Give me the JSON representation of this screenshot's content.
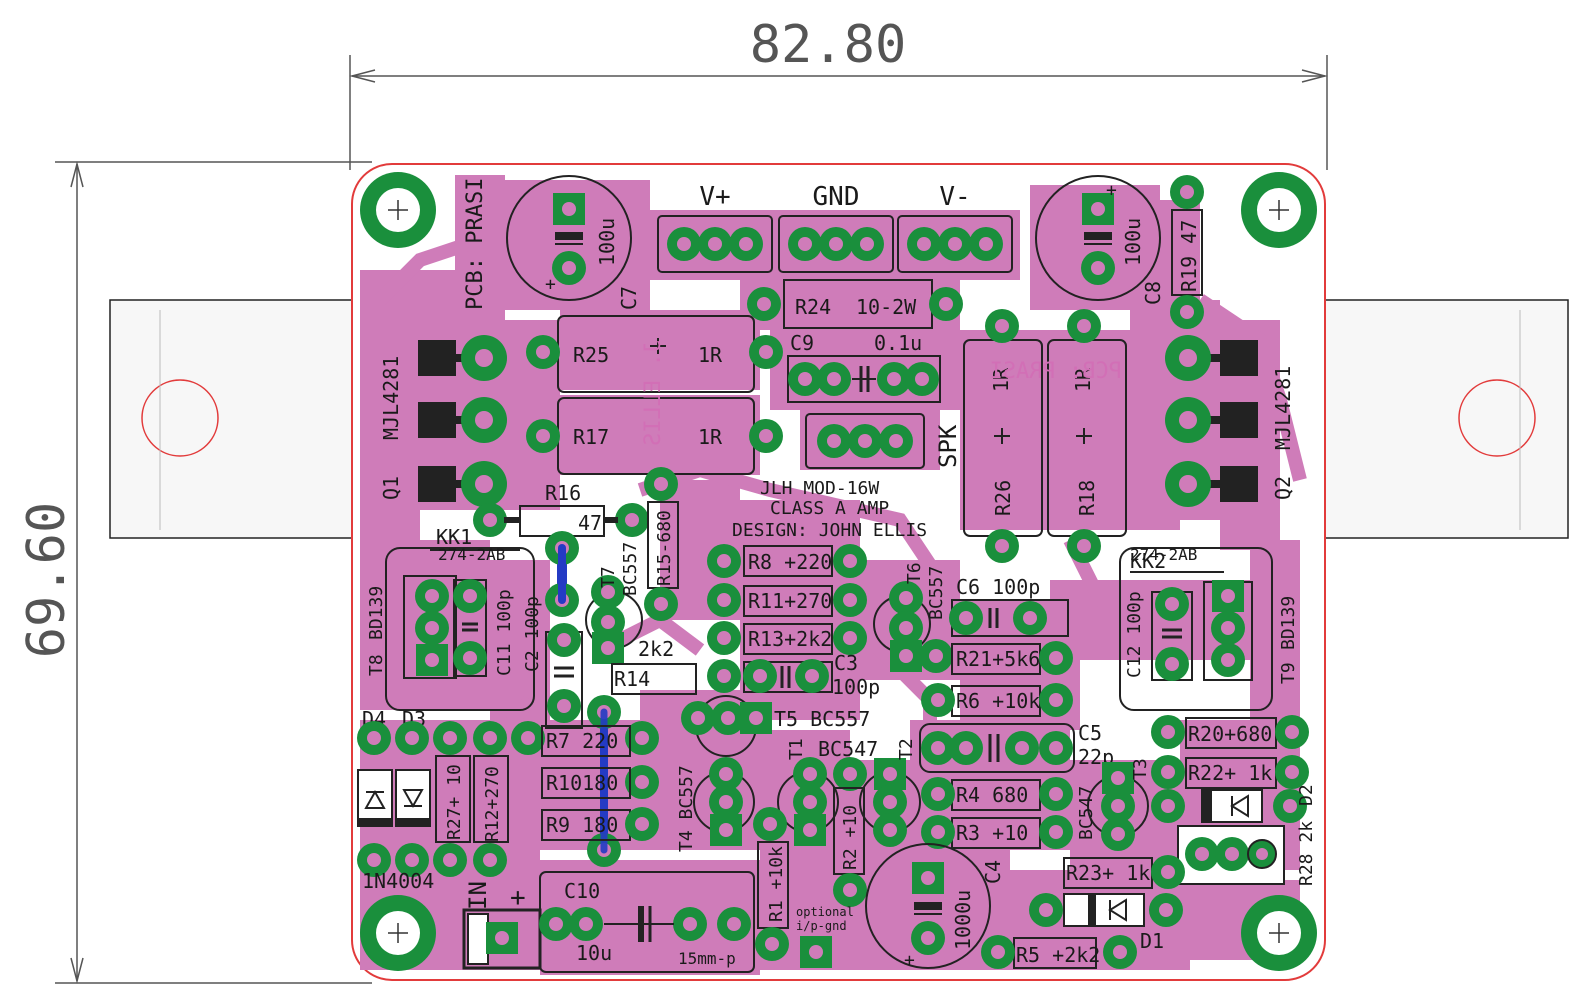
{
  "colors": {
    "copper": "#cf7cb9",
    "pad": "#1a8f3c",
    "outline": "#e23b3b",
    "silk": "#1a1a1a",
    "jumper": "#243bc4",
    "heatsink_fill": "#f7f7f7"
  },
  "dimensions": {
    "width": "82.80",
    "height": "69.60"
  },
  "board_text": {
    "pcb": "PCB: PRASI",
    "pcb_mirror": "PCB: PRASI",
    "ellis_mirror": "J. ELLIS",
    "title1": "JLH MOD-16W",
    "title2": "CLASS A AMP",
    "title3": "DESIGN: JOHN ELLIS",
    "optional1": "optional",
    "optional2": "i/p-gnd"
  },
  "connectors": {
    "vplus": "V+",
    "gnd": "GND",
    "vminus": "V-",
    "spk": "SPK",
    "in": "IN",
    "in_plus": "+"
  },
  "heatsinks": {
    "kk1": "KK1",
    "kk2": "KK2",
    "kk_type": "274-2AB"
  },
  "transistors": {
    "q1": "Q1",
    "q2": "Q2",
    "mjl": "MJL4281",
    "t8": "T8",
    "t9": "T9",
    "bd139": "BD139",
    "t7": "T7",
    "t6": "T6",
    "t5": "T5",
    "t4": "T4",
    "t1": "T1",
    "t2": "T2",
    "t3": "T3",
    "bc557": "BC557",
    "bc547": "BC547"
  },
  "caps": {
    "c7": "C7",
    "c8": "C8",
    "v100u": "100u",
    "c9": "C9",
    "v01u": "0.1u",
    "c11": "C11",
    "c2": "C2",
    "c12": "C12",
    "v100p": "100p",
    "c3": "C3",
    "c6": "C6",
    "c5": "C5",
    "v22p": "22p",
    "c4": "C4",
    "v1000u": "1000u",
    "c10": "C10",
    "v10u": "10u",
    "v15mm": "15mm-p"
  },
  "resistors": {
    "r24": "R24",
    "r24v": "10-2W",
    "r25": "R25",
    "r17": "R17",
    "v1r": "1R",
    "r16": "R16",
    "r16v": "47",
    "r15": "R15",
    "r15v": "680",
    "r19": "R19",
    "r19v": "47",
    "r26": "R26",
    "r18": "R18",
    "r8": "R8",
    "r8v": "220",
    "r11": "R11",
    "r11v": "270",
    "r13": "R13",
    "r13v": "2k2",
    "r14": "R14",
    "r14v": "2k2",
    "r21": "R21",
    "r21v": "5k6",
    "r6": "R6",
    "r6v": "10k",
    "r7": "R7",
    "r7v": "220",
    "r10": "R10",
    "r10v": "180",
    "r9": "R9",
    "r9v": "180",
    "r27": "R27",
    "r27v": "10",
    "r12": "R12",
    "r12v": "270",
    "r1": "R1",
    "r1v": "10k",
    "r2": "R2",
    "r2v": "10",
    "r4": "R4",
    "r4v": "680",
    "r3": "R3",
    "r3v": "10",
    "r20": "R20",
    "r20v": "680",
    "r22": "R22",
    "r22v": "1k",
    "r23": "R23",
    "r23v": "1k",
    "r5": "R5",
    "r5v": "2k2",
    "r28": "R28",
    "r28v": "2k"
  },
  "diodes": {
    "d4": "D4",
    "d3": "D3",
    "d1": "D1",
    "d2": "D2",
    "n4004": "1N4004"
  }
}
